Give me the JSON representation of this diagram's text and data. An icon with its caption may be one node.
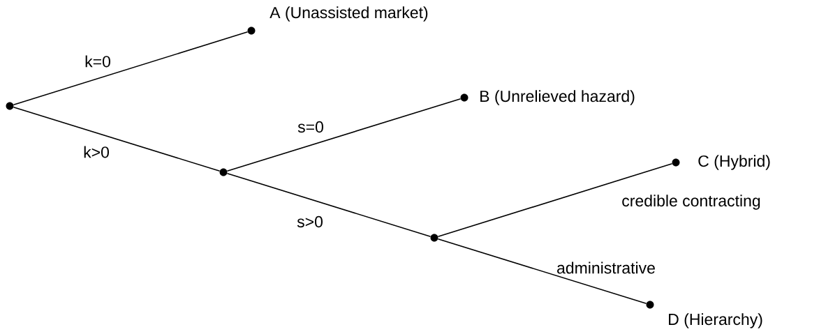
{
  "diagram": {
    "nodes": [
      {
        "text": [],
        "shape": "circle"
      },
      {
        "text": [],
        "shape": "circle",
        "beside": [
          "A (Unassisted market)"
        ]
      },
      {
        "text": [],
        "shape": "circle"
      },
      {
        "text": [],
        "shape": "circle",
        "beside": [
          "B (Unrelieved hazard)"
        ]
      },
      {
        "text": [],
        "shape": "circle"
      },
      {
        "text": [],
        "shape": "circle",
        "beside": [
          "C (Hybrid)"
        ]
      },
      {
        "text": [],
        "shape": "circle",
        "beside": [
          "D (Hierarchy)"
        ]
      }
    ],
    "edges": [
      {
        "from": 0,
        "to": 1,
        "arrow": "none",
        "label": "k=0"
      },
      {
        "from": 0,
        "to": 2,
        "arrow": "none",
        "label": "k>0"
      },
      {
        "from": 2,
        "to": 3,
        "arrow": "none",
        "label": "s=0"
      },
      {
        "from": 2,
        "to": 4,
        "arrow": "none",
        "label": "s>0"
      },
      {
        "from": 4,
        "to": 5,
        "arrow": "none",
        "label": "credible contracting"
      },
      {
        "from": 4,
        "to": 6,
        "arrow": "none",
        "label": "administrative"
      }
    ]
  }
}
